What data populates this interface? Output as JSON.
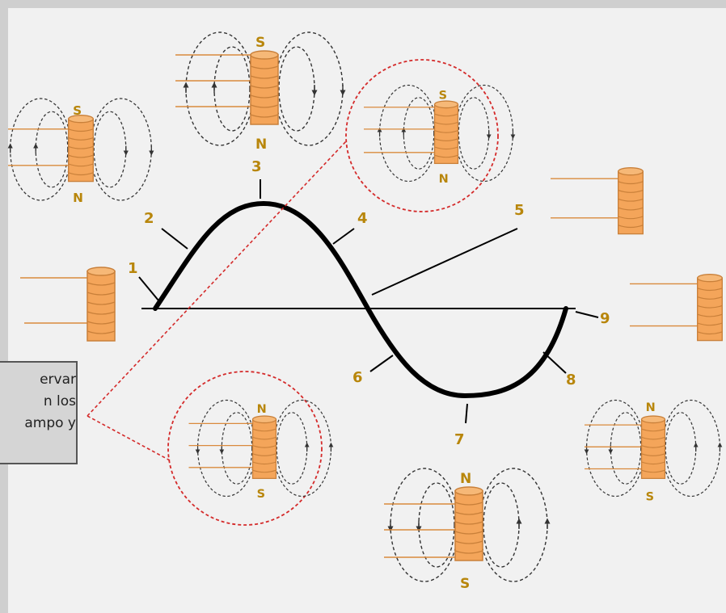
{
  "step_labels": [
    "1",
    "2",
    "3",
    "4",
    "5",
    "6",
    "7",
    "8",
    "9"
  ],
  "poles": {
    "north": "N",
    "south": "S"
  },
  "callout": {
    "lines": [
      "ervar",
      "n los",
      "ampo y"
    ]
  },
  "colors": {
    "coil": "#f4a55a",
    "coil_stroke": "#c9803a",
    "wire": "#d98a3c",
    "label": "#b8860b",
    "wave": "#000000",
    "highlight_circle": "#d42a2a",
    "field_lines": "#333333",
    "background": "#f1f1f1"
  }
}
